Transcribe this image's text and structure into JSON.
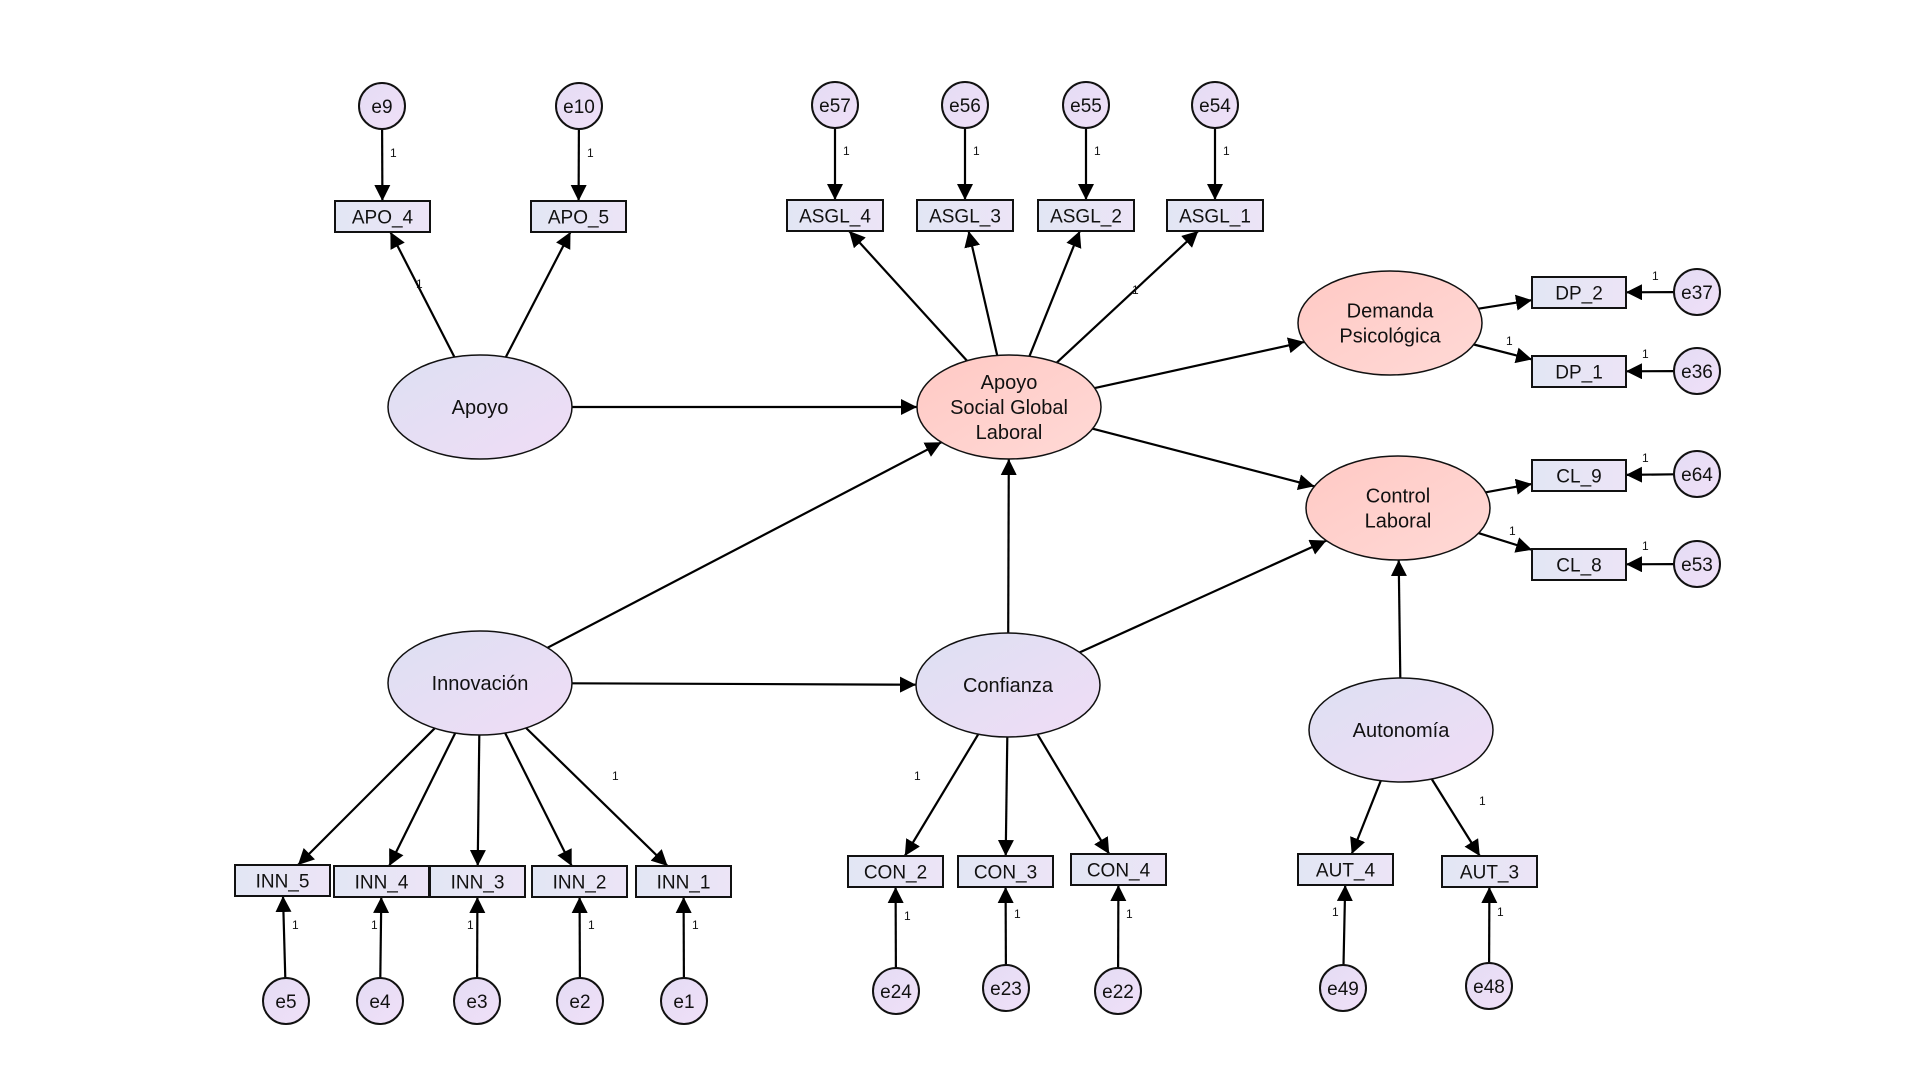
{
  "colors": {
    "exogenous_fill": "#E8DEF6",
    "endogenous_fill": "#FFCFCC",
    "indicator_fill": "#E6E6F6",
    "error_fill": "#EADCF6",
    "stroke": "#111111"
  },
  "latent_variables": [
    {
      "id": "apoyo",
      "lines": [
        "Apoyo"
      ],
      "role": "exogenous"
    },
    {
      "id": "asgl",
      "lines": [
        "Apoyo",
        "Social Global",
        "Laboral"
      ],
      "role": "endogenous"
    },
    {
      "id": "demanda",
      "lines": [
        "Demanda",
        "Psicológica"
      ],
      "role": "endogenous"
    },
    {
      "id": "control",
      "lines": [
        "Control",
        "Laboral"
      ],
      "role": "endogenous"
    },
    {
      "id": "innovacion",
      "lines": [
        "Innovación"
      ],
      "role": "exogenous"
    },
    {
      "id": "confianza",
      "lines": [
        "Confianza"
      ],
      "role": "exogenous"
    },
    {
      "id": "autonomia",
      "lines": [
        "Autonomía"
      ],
      "role": "exogenous"
    }
  ],
  "indicators": [
    {
      "id": "APO_4",
      "label": "APO_4"
    },
    {
      "id": "APO_5",
      "label": "APO_5"
    },
    {
      "id": "ASGL_4",
      "label": "ASGL_4"
    },
    {
      "id": "ASGL_3",
      "label": "ASGL_3"
    },
    {
      "id": "ASGL_2",
      "label": "ASGL_2"
    },
    {
      "id": "ASGL_1",
      "label": "ASGL_1"
    },
    {
      "id": "DP_2",
      "label": "DP_2"
    },
    {
      "id": "DP_1",
      "label": "DP_1"
    },
    {
      "id": "CL_9",
      "label": "CL_9"
    },
    {
      "id": "CL_8",
      "label": "CL_8"
    },
    {
      "id": "INN_5",
      "label": "INN_5"
    },
    {
      "id": "INN_4",
      "label": "INN_4"
    },
    {
      "id": "INN_3",
      "label": "INN_3"
    },
    {
      "id": "INN_2",
      "label": "INN_2"
    },
    {
      "id": "INN_1",
      "label": "INN_1"
    },
    {
      "id": "CON_2",
      "label": "CON_2"
    },
    {
      "id": "CON_3",
      "label": "CON_3"
    },
    {
      "id": "CON_4",
      "label": "CON_4"
    },
    {
      "id": "AUT_4",
      "label": "AUT_4"
    },
    {
      "id": "AUT_3",
      "label": "AUT_3"
    }
  ],
  "error_terms": [
    {
      "id": "e9",
      "label": "e9"
    },
    {
      "id": "e10",
      "label": "e10"
    },
    {
      "id": "e57",
      "label": "e57"
    },
    {
      "id": "e56",
      "label": "e56"
    },
    {
      "id": "e55",
      "label": "e55"
    },
    {
      "id": "e54",
      "label": "e54"
    },
    {
      "id": "e37",
      "label": "e37"
    },
    {
      "id": "e36",
      "label": "e36"
    },
    {
      "id": "e64",
      "label": "e64"
    },
    {
      "id": "e53",
      "label": "e53"
    },
    {
      "id": "e5",
      "label": "e5"
    },
    {
      "id": "e4",
      "label": "e4"
    },
    {
      "id": "e3",
      "label": "e3"
    },
    {
      "id": "e2",
      "label": "e2"
    },
    {
      "id": "e1",
      "label": "e1"
    },
    {
      "id": "e24",
      "label": "e24"
    },
    {
      "id": "e23",
      "label": "e23"
    },
    {
      "id": "e22",
      "label": "e22"
    },
    {
      "id": "e49",
      "label": "e49"
    },
    {
      "id": "e48",
      "label": "e48"
    }
  ],
  "structural_paths": [
    {
      "from": "apoyo",
      "to": "asgl"
    },
    {
      "from": "innovacion",
      "to": "asgl"
    },
    {
      "from": "innovacion",
      "to": "confianza"
    },
    {
      "from": "confianza",
      "to": "asgl"
    },
    {
      "from": "confianza",
      "to": "control"
    },
    {
      "from": "asgl",
      "to": "demanda"
    },
    {
      "from": "asgl",
      "to": "control"
    },
    {
      "from": "autonomia",
      "to": "control"
    }
  ],
  "loadings": [
    {
      "from": "apoyo",
      "to": "APO_4",
      "fixed": "1"
    },
    {
      "from": "apoyo",
      "to": "APO_5"
    },
    {
      "from": "asgl",
      "to": "ASGL_4"
    },
    {
      "from": "asgl",
      "to": "ASGL_3"
    },
    {
      "from": "asgl",
      "to": "ASGL_2"
    },
    {
      "from": "asgl",
      "to": "ASGL_1",
      "fixed": "1"
    },
    {
      "from": "demanda",
      "to": "DP_2"
    },
    {
      "from": "demanda",
      "to": "DP_1",
      "fixed": "1"
    },
    {
      "from": "control",
      "to": "CL_9"
    },
    {
      "from": "control",
      "to": "CL_8",
      "fixed": "1"
    },
    {
      "from": "innovacion",
      "to": "INN_5"
    },
    {
      "from": "innovacion",
      "to": "INN_4"
    },
    {
      "from": "innovacion",
      "to": "INN_3"
    },
    {
      "from": "innovacion",
      "to": "INN_2"
    },
    {
      "from": "innovacion",
      "to": "INN_1",
      "fixed": "1"
    },
    {
      "from": "confianza",
      "to": "CON_2",
      "fixed": "1"
    },
    {
      "from": "confianza",
      "to": "CON_3"
    },
    {
      "from": "confianza",
      "to": "CON_4"
    },
    {
      "from": "autonomia",
      "to": "AUT_4"
    },
    {
      "from": "autonomia",
      "to": "AUT_3",
      "fixed": "1"
    }
  ],
  "error_paths": [
    {
      "from": "e9",
      "to": "APO_4",
      "fixed": "1"
    },
    {
      "from": "e10",
      "to": "APO_5",
      "fixed": "1"
    },
    {
      "from": "e57",
      "to": "ASGL_4",
      "fixed": "1"
    },
    {
      "from": "e56",
      "to": "ASGL_3",
      "fixed": "1"
    },
    {
      "from": "e55",
      "to": "ASGL_2",
      "fixed": "1"
    },
    {
      "from": "e54",
      "to": "ASGL_1",
      "fixed": "1"
    },
    {
      "from": "e37",
      "to": "DP_2",
      "fixed": "1"
    },
    {
      "from": "e36",
      "to": "DP_1",
      "fixed": "1"
    },
    {
      "from": "e64",
      "to": "CL_9",
      "fixed": "1"
    },
    {
      "from": "e53",
      "to": "CL_8",
      "fixed": "1"
    },
    {
      "from": "e5",
      "to": "INN_5",
      "fixed": "1"
    },
    {
      "from": "e4",
      "to": "INN_4",
      "fixed": "1"
    },
    {
      "from": "e3",
      "to": "INN_3",
      "fixed": "1"
    },
    {
      "from": "e2",
      "to": "INN_2",
      "fixed": "1"
    },
    {
      "from": "e1",
      "to": "INN_1",
      "fixed": "1"
    },
    {
      "from": "e24",
      "to": "CON_2",
      "fixed": "1"
    },
    {
      "from": "e23",
      "to": "CON_3",
      "fixed": "1"
    },
    {
      "from": "e22",
      "to": "CON_4",
      "fixed": "1"
    },
    {
      "from": "e49",
      "to": "AUT_4",
      "fixed": "1"
    },
    {
      "from": "e48",
      "to": "AUT_3",
      "fixed": "1"
    }
  ]
}
